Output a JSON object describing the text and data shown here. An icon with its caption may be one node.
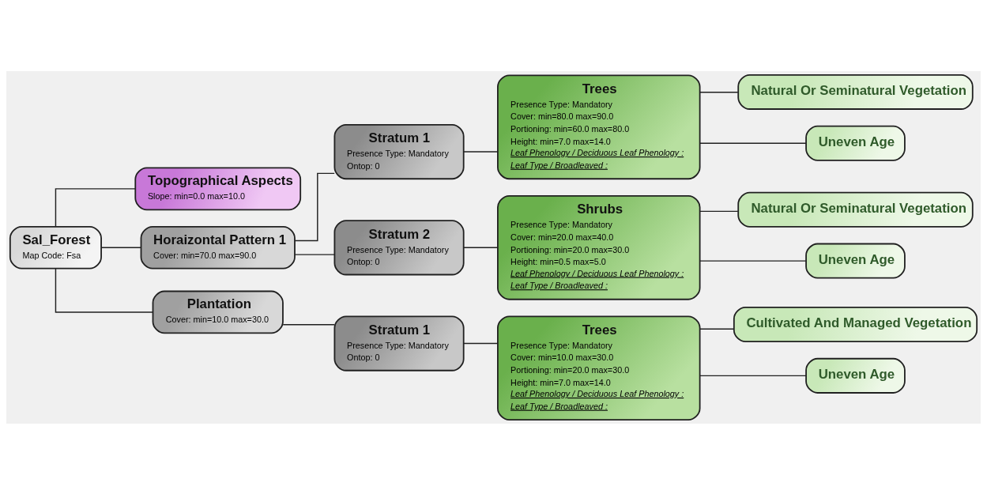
{
  "diagram": {
    "nodes": [
      {
        "text": [
          "Sal_Forest",
          "Map Code: Fsa"
        ]
      },
      {
        "text": [
          "Topographical Aspects",
          "Slope: min=0.0 max=10.0"
        ]
      },
      {
        "text": [
          "Horaizontal Pattern 1",
          "Cover: min=70.0 max=90.0"
        ]
      },
      {
        "text": [
          "Stratum 1",
          "Presence Type: Mandatory",
          "Ontop: 0"
        ]
      },
      {
        "text": [
          "Trees",
          "Presence Type: Mandatory",
          "Cover: min=80.0 max=90.0",
          "Portioning: min=60.0 max=80.0",
          "Height: min=7.0 max=14.0",
          "Leaf Phenology / Deciduous Leaf Phenology :",
          "Leaf Type / Broadleaved :"
        ]
      },
      {
        "text": [
          "Natural Or Seminatural Vegetation"
        ]
      },
      {
        "text": [
          "Uneven Age"
        ]
      },
      {
        "text": [
          "Stratum 2",
          "Presence Type: Mandatory",
          "Ontop: 0"
        ]
      },
      {
        "text": [
          "Shrubs",
          "Presence Type: Mandatory",
          "Cover: min=20.0 max=40.0",
          "Portioning: min=20.0 max=30.0",
          "Height: min=0.5 max=5.0",
          "Leaf Phenology / Deciduous Leaf Phenology :",
          "Leaf Type / Broadleaved :"
        ]
      },
      {
        "text": [
          "Natural Or Seminatural Vegetation"
        ]
      },
      {
        "text": [
          "Uneven Age"
        ]
      },
      {
        "text": [
          "Plantation",
          "Cover: min=10.0 max=30.0"
        ]
      },
      {
        "text": [
          "Stratum 1",
          "Presence Type: Mandatory",
          "Ontop: 0"
        ]
      },
      {
        "text": [
          "Trees",
          "Presence Type: Mandatory",
          "Cover: min=10.0 max=30.0",
          "Portioning: min=20.0 max=30.0",
          "Height: min=7.0 max=14.0",
          "Leaf Phenology / Deciduous Leaf Phenology :",
          "Leaf Type / Broadleaved :"
        ]
      },
      {
        "text": [
          "Cultivated And Managed Vegetation"
        ]
      },
      {
        "text": [
          "Uneven Age"
        ]
      }
    ],
    "edges": [
      {
        "from": 0,
        "to": 1,
        "arrow": "none"
      },
      {
        "from": 0,
        "to": 2,
        "arrow": "none"
      },
      {
        "from": 0,
        "to": 11,
        "arrow": "none"
      },
      {
        "from": 2,
        "to": 3,
        "arrow": "none"
      },
      {
        "from": 2,
        "to": 7,
        "arrow": "none"
      },
      {
        "from": 3,
        "to": 4,
        "arrow": "none"
      },
      {
        "from": 4,
        "to": 5,
        "arrow": "none"
      },
      {
        "from": 4,
        "to": 6,
        "arrow": "none"
      },
      {
        "from": 7,
        "to": 8,
        "arrow": "none"
      },
      {
        "from": 8,
        "to": 9,
        "arrow": "none"
      },
      {
        "from": 8,
        "to": 10,
        "arrow": "none"
      },
      {
        "from": 11,
        "to": 12,
        "arrow": "none"
      },
      {
        "from": 12,
        "to": 13,
        "arrow": "none"
      },
      {
        "from": 13,
        "to": 14,
        "arrow": "none"
      },
      {
        "from": 13,
        "to": 15,
        "arrow": "none"
      }
    ]
  }
}
